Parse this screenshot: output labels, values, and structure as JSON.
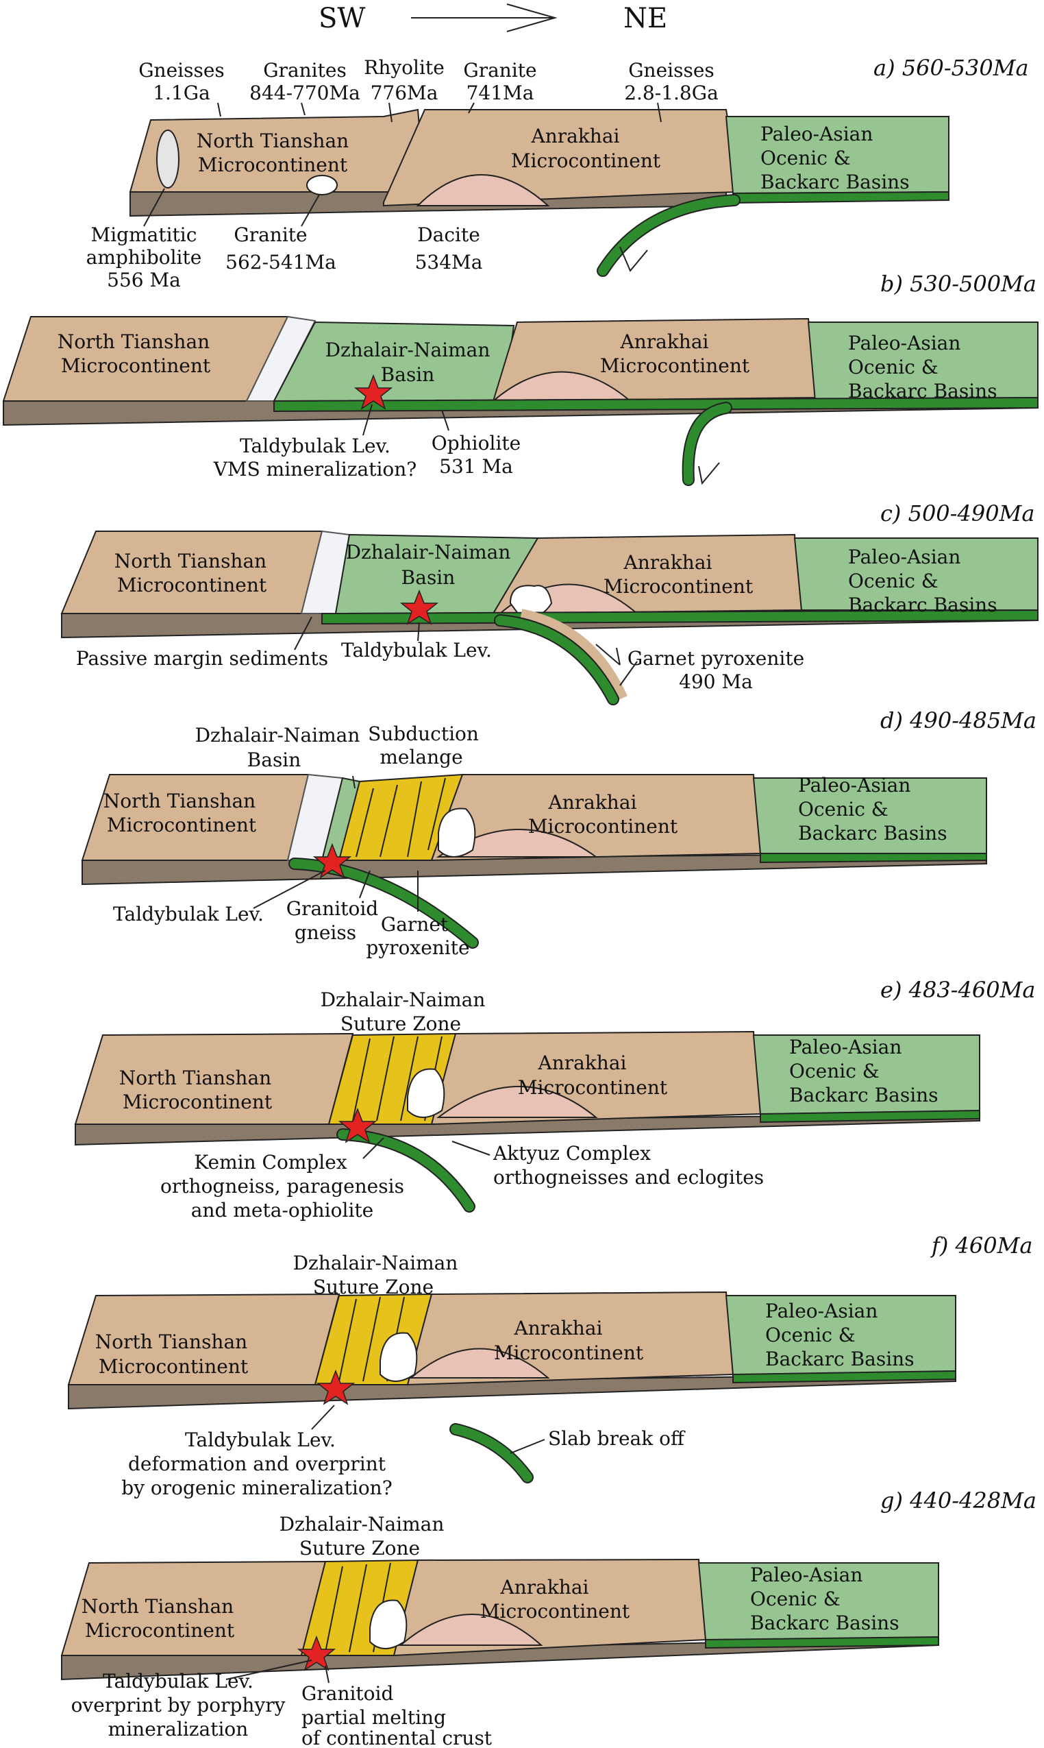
{
  "header": {
    "sw": "SW",
    "ne": "NE"
  },
  "panels": [
    {
      "id": "a",
      "stage": "a) 560-530Ma",
      "labels": {
        "gneiss_top1": "Gneisses",
        "gneiss_top2": "1.1Ga",
        "granites1": "Granites",
        "granites2": "844-770Ma",
        "rhyolite1": "Rhyolite",
        "rhyolite2": "776Ma",
        "granite1": "Granite",
        "granite2": "741Ma",
        "gneiss_ne1": "Gneisses",
        "gneiss_ne2": "2.8-1.8Ga",
        "ntm1": "North Tianshan",
        "ntm2": "Microcontinent",
        "anr1": "Anrakhai",
        "anr2": "Microcontinent",
        "pao1": "Paleo-Asian",
        "pao2": "Ocenic &",
        "pao3": "Backarc Basins",
        "migm1": "Migmatitic",
        "migm2": "amphibolite",
        "migm3": "556 Ma",
        "gran_b1": "Granite",
        "gran_b2": "562-541Ma",
        "dacite1": "Dacite",
        "dacite2": "534Ma"
      }
    },
    {
      "id": "b",
      "stage": "b) 530-500Ma",
      "labels": {
        "ntm1": "North Tianshan",
        "ntm2": "Microcontinent",
        "dz1": "Dzhalair-Naiman",
        "dz2": "Basin",
        "anr1": "Anrakhai",
        "anr2": "Microcontinent",
        "pao1": "Paleo-Asian",
        "pao2": "Ocenic &",
        "pao3": "Backarc Basins",
        "tl1": "Taldybulak Lev.",
        "tl2": "VMS mineralization?",
        "oph1": "Ophiolite",
        "oph2": "531 Ma"
      }
    },
    {
      "id": "c",
      "stage": "c) 500-490Ma",
      "labels": {
        "ntm1": "North Tianshan",
        "ntm2": "Microcontinent",
        "dz1": "Dzhalair-Naiman",
        "dz2": "Basin",
        "anr1": "Anrakhai",
        "anr2": "Microcontinent",
        "pao1": "Paleo-Asian",
        "pao2": "Ocenic &",
        "pao3": "Backarc Basins",
        "pms": "Passive margin sediments",
        "tl": "Taldybulak Lev.",
        "gp1": "Garnet pyroxenite",
        "gp2": "490 Ma"
      }
    },
    {
      "id": "d",
      "stage": "d) 490-485Ma",
      "labels": {
        "dz1": "Dzhalair-Naiman",
        "dz2": "Basin",
        "sm1": "Subduction",
        "sm2": "melange",
        "ntm1": "North Tianshan",
        "ntm2": "Microcontinent",
        "anr1": "Anrakhai",
        "anr2": "Microcontinent",
        "pao1": "Paleo-Asian",
        "pao2": "Ocenic &",
        "pao3": "Backarc Basins",
        "tl": "Taldybulak Lev.",
        "gg1": "Granitoid",
        "gg2": "gneiss",
        "gp1": "Garnet",
        "gp2": "pyroxenite"
      }
    },
    {
      "id": "e",
      "stage": "e) 483-460Ma",
      "labels": {
        "dz1": "Dzhalair-Naiman",
        "dz2": "Suture Zone",
        "ntm1": "North Tianshan",
        "ntm2": "Microcontinent",
        "anr1": "Anrakhai",
        "anr2": "Microcontinent",
        "pao1": "Paleo-Asian",
        "pao2": "Ocenic &",
        "pao3": "Backarc Basins",
        "kc1": "Kemin Complex",
        "kc2": "orthogneiss, paragenesis",
        "kc3": "and meta-ophiolite",
        "ak1": "Aktyuz Complex",
        "ak2": "orthogneisses and eclogites"
      }
    },
    {
      "id": "f",
      "stage": "f) 460Ma",
      "labels": {
        "dz1": "Dzhalair-Naiman",
        "dz2": "Suture Zone",
        "ntm1": "North Tianshan",
        "ntm2": "Microcontinent",
        "anr1": "Anrakhai",
        "anr2": "Microcontinent",
        "pao1": "Paleo-Asian",
        "pao2": "Ocenic &",
        "pao3": "Backarc Basins",
        "tl1": "Taldybulak Lev.",
        "tl2": "deformation and overprint",
        "tl3": "by orogenic mineralization?",
        "sbo": "Slab break off"
      }
    },
    {
      "id": "g",
      "stage": "g) 440-428Ma",
      "labels": {
        "dz1": "Dzhalair-Naiman",
        "dz2": "Suture Zone",
        "ntm1": "North Tianshan",
        "ntm2": "Microcontinent",
        "anr1": "Anrakhai",
        "anr2": "Microcontinent",
        "pao1": "Paleo-Asian",
        "pao2": "Ocenic &",
        "pao3": "Backarc Basins",
        "tl1": "Taldybulak Lev.",
        "tl2": "overprint by porphyry",
        "tl3": "mineralization",
        "gpm1": "Granitoid",
        "gpm2": "partial melting",
        "gpm3": "of continental crust"
      }
    }
  ]
}
